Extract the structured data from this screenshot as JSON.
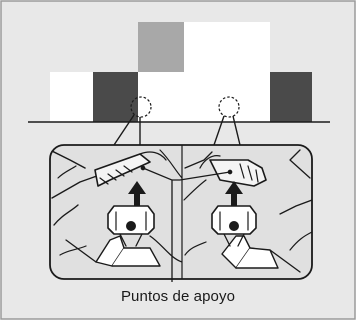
{
  "caption": "Puntos de apoyo",
  "colors": {
    "panel_background": "#e8e8e8",
    "vehicle_dark": "#4a4a4a",
    "vehicle_mid": "#a8a8a8",
    "vehicle_light": "#ffffff",
    "detail_background": "#e0e0e0",
    "line": "#1a1a1a"
  },
  "icons": [
    "jack-point-marker",
    "lift-direction-arrow",
    "floor-jack"
  ]
}
